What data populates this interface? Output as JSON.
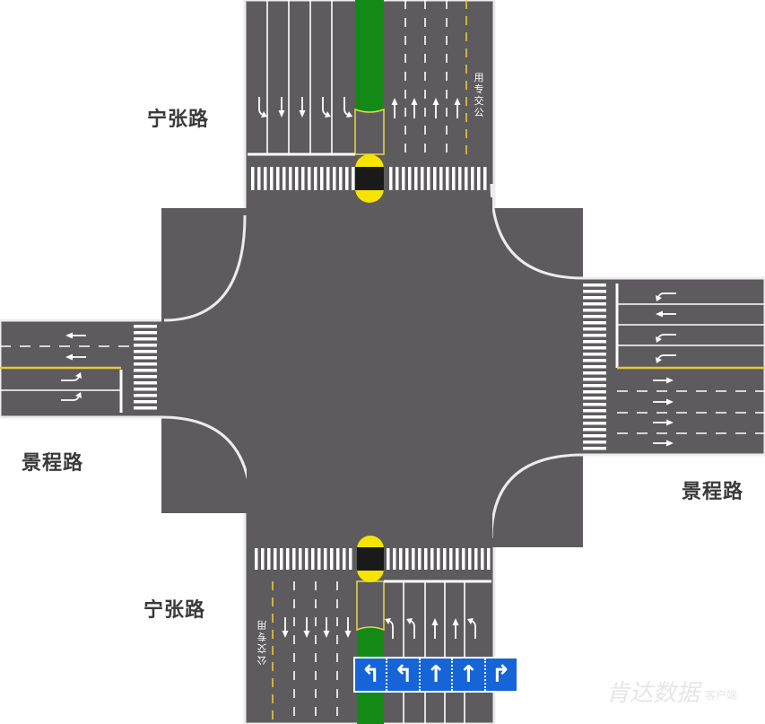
{
  "roads": {
    "north": "宁张路",
    "south": "宁张路",
    "west": "景程路",
    "east": "景程路"
  },
  "bus_lane_labels": {
    "north": "用专交公",
    "south": "公交专用"
  },
  "lane_sign": {
    "arrows": [
      "↰",
      "↰",
      "↑",
      "↑",
      "↱"
    ]
  },
  "watermark": {
    "brand": "肯达数据",
    "suffix": "客户端"
  },
  "colors": {
    "asphalt": "#5d5b5e",
    "median": "#138a16",
    "median_edge": "#e8d84a",
    "refuge_cap": "#f5e400",
    "lane_line": "#ffffff",
    "yellow_line": "#e8c93a",
    "sign_blue": "#1565d8"
  }
}
